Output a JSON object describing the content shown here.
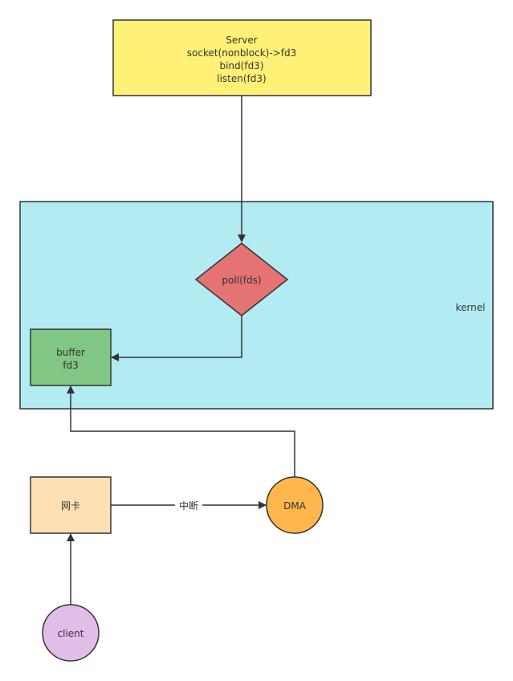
{
  "server": {
    "lines": [
      "Server",
      "socket(nonblock)->fd3",
      "bind(fd3)",
      "listen(fd3)"
    ]
  },
  "kernel": {
    "label": "kernel"
  },
  "poll": {
    "label": "poll(fds)"
  },
  "buffer": {
    "lines": [
      "buffer",
      "fd3"
    ]
  },
  "nic": {
    "label": "网卡"
  },
  "interrupt": {
    "label": "中断"
  },
  "dma": {
    "label": "DMA"
  },
  "client": {
    "label": "client"
  },
  "colors": {
    "server_fill": "#fff176",
    "kernel_fill": "#b2ebf2",
    "poll_fill": "#e57373",
    "buffer_fill": "#81c784",
    "nic_fill": "#ffe0b2",
    "dma_fill": "#ffb74d",
    "client_fill": "#e1bee7",
    "stroke": "#333333"
  }
}
